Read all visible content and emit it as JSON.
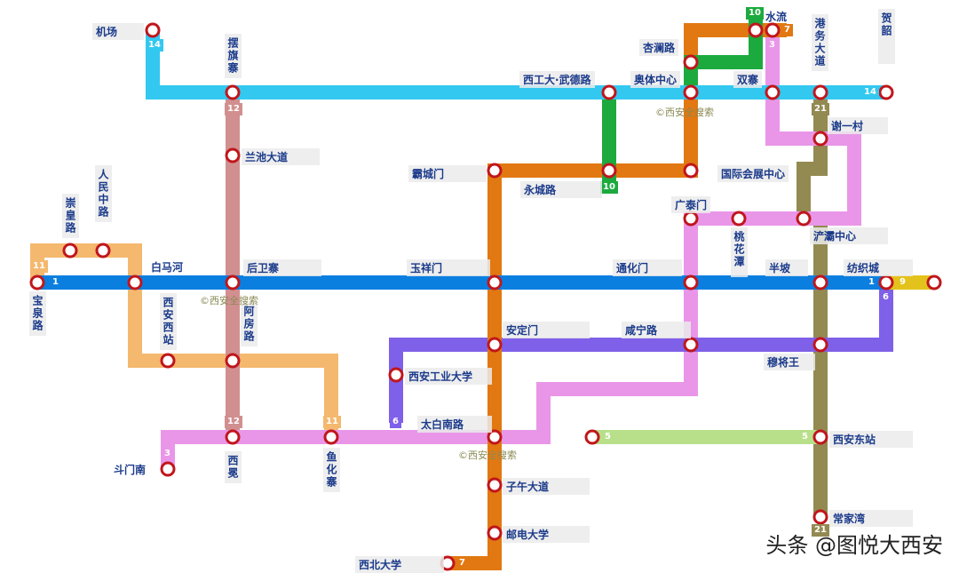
{
  "line_colors": {
    "1": "#0a7fe0",
    "2": "#d18f8f",
    "3": "#e996e8",
    "5": "#b8e08a",
    "6": "#7f60e8",
    "7": "#e27812",
    "9": "#e3c21c",
    "10": "#1caa3e",
    "11": "#f4b86e",
    "14": "#33c8f0",
    "21": "#938a52"
  },
  "line_numbers": {
    "l1a": "1",
    "l1b": "1",
    "l5a": "5",
    "l5b": "5",
    "l3a": "3",
    "l3b": "3",
    "l6a": "6",
    "l6b": "6",
    "l7a": "7",
    "l7b": "7",
    "l9": "9",
    "l10a": "10",
    "l10b": "10",
    "l11a": "11",
    "l11b": "11",
    "l12a": "12",
    "l12b": "12",
    "l14a": "14",
    "l14b": "14",
    "l21a": "21",
    "l21b": "21"
  },
  "stations": {
    "jichang": "机场",
    "baiqizhai": "摆旗寨",
    "lanchidadao": "兰池大道",
    "xigongda": "西工大·武德路",
    "xinglanglu": "杏澜路",
    "aotizhongxin": "奥体中心",
    "shuiliu": "水流",
    "gangwudadao": "港务大道",
    "heshao": "贺韶",
    "shuangzhai": "双寨",
    "xieyicun": "谢一村",
    "baochenmen": "霸城门",
    "yongchenglu": "永城路",
    "guojihuizhan": "国际会展中心",
    "guangtaimen": "广泰门",
    "taohuatan": "桃花潭",
    "chanbazhongxin": "浐灞中心",
    "chonghuanglu": "崇皇路",
    "renminzhonglu": "人民中路",
    "baimahe": "白马河",
    "houweizhai": "后卫寨",
    "yuxiangmen": "玉祥门",
    "tonghuamen": "通化门",
    "banpo": "半坡",
    "fangzhicheng": "纺织城",
    "baoquanlu": "宝泉路",
    "xianxizhan": "西安西站",
    "afanglu": "阿房路",
    "andingmen": "安定门",
    "xianninglu": "咸宁路",
    "mujiangwang": "穆将王",
    "gongyedaxue": "西安工业大学",
    "taibainanlu": "太白南路",
    "xiandongzhan": "西安东站",
    "doumennan": "斗门南",
    "xihuang": "西冕",
    "yuhuazhai": "鱼化寨",
    "ziwudadao": "子午大道",
    "youdiandaxue": "邮电大学",
    "changjiawan": "常家湾",
    "xibeidaxue": "西北大学"
  },
  "watermark": "©西安全搜索",
  "credit": "头条 @图悦大西安"
}
